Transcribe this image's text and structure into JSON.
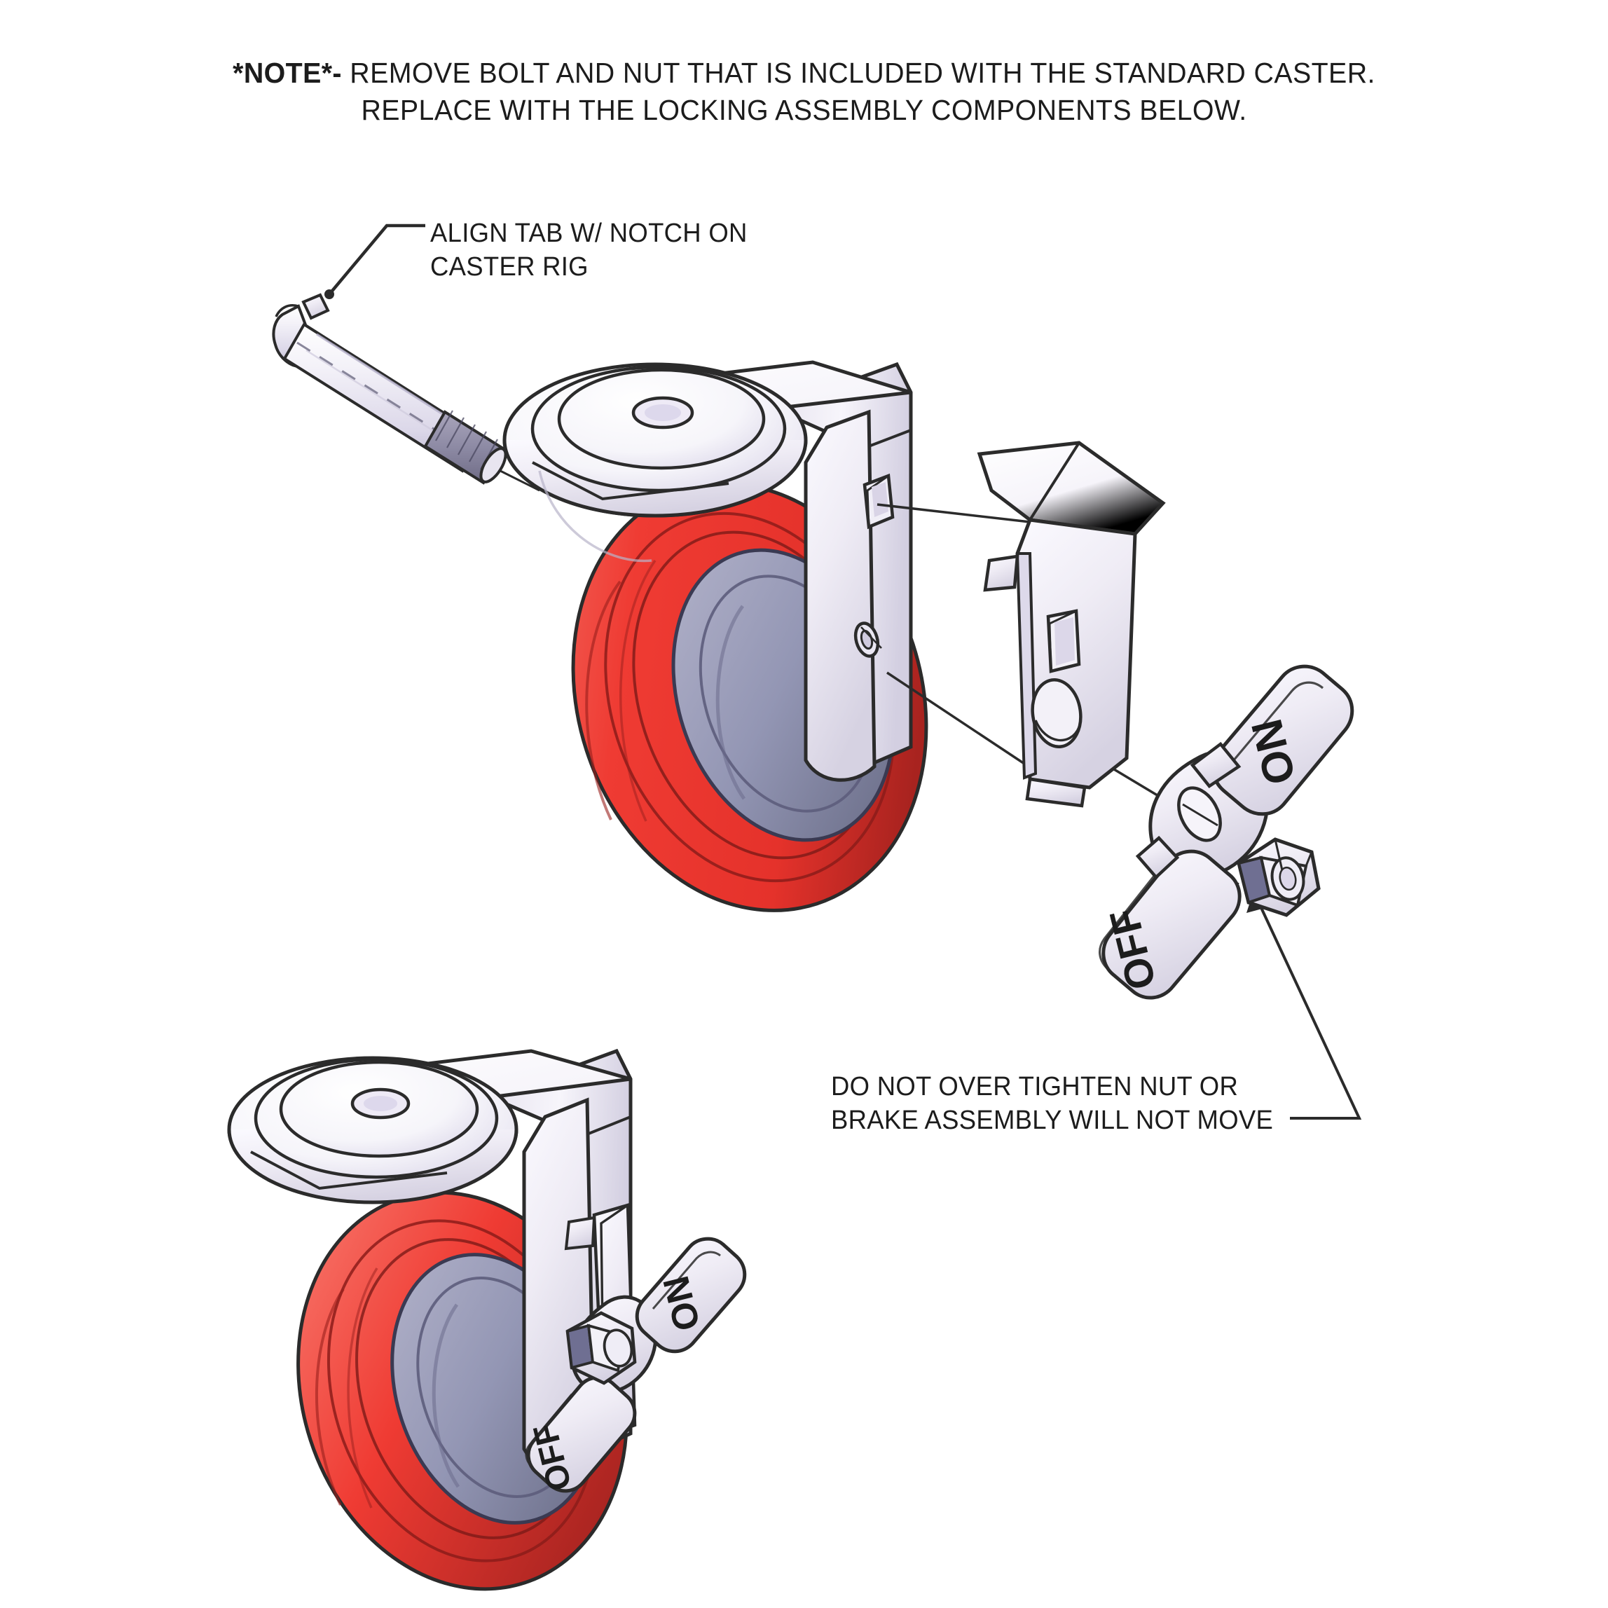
{
  "sheet": {
    "title": "Caster Locking Assembly Instruction",
    "background_color": "#ffffff"
  },
  "note": {
    "prefix": "*NOTE*-",
    "line1_rest": " REMOVE BOLT AND NUT THAT IS INCLUDED WITH THE STANDARD CASTER.",
    "line2": "REPLACE WITH THE LOCKING ASSEMBLY COMPONENTS BELOW."
  },
  "callouts": {
    "align_tab": {
      "line1": "ALIGN TAB W/ NOTCH ON",
      "line2": "CASTER RIG"
    },
    "warning": {
      "line1": "DO NOT OVER TIGHTEN NUT OR",
      "line2": "BRAKE ASSEMBLY WILL NOT MOVE"
    }
  },
  "labels": {
    "lever_on": "ON",
    "lever_off": "OFF"
  },
  "colors": {
    "wheel_tread": "#ef3b33",
    "wheel_tread_dark": "#b52b27",
    "wheel_tread_light": "#f9635a",
    "wheel_hub": "#9a9ab5",
    "wheel_hub_dark": "#7a7a98",
    "metal_light": "#f4f2f6",
    "metal_mid": "#e2e0ea",
    "metal_shade": "#cfccdc",
    "nut_shadow": "#6f6f92",
    "outline": "#2b2b2b",
    "text": "#1c1c1c"
  },
  "parts": {
    "bolt": "axle-bolt",
    "caster_exploded": "caster-wheel-rig-exploded",
    "brake_bracket": "brake-bracket",
    "lever": "on-off-lever",
    "hex_nut": "hex-nut",
    "caster_assembled": "caster-wheel-rig-assembled"
  }
}
